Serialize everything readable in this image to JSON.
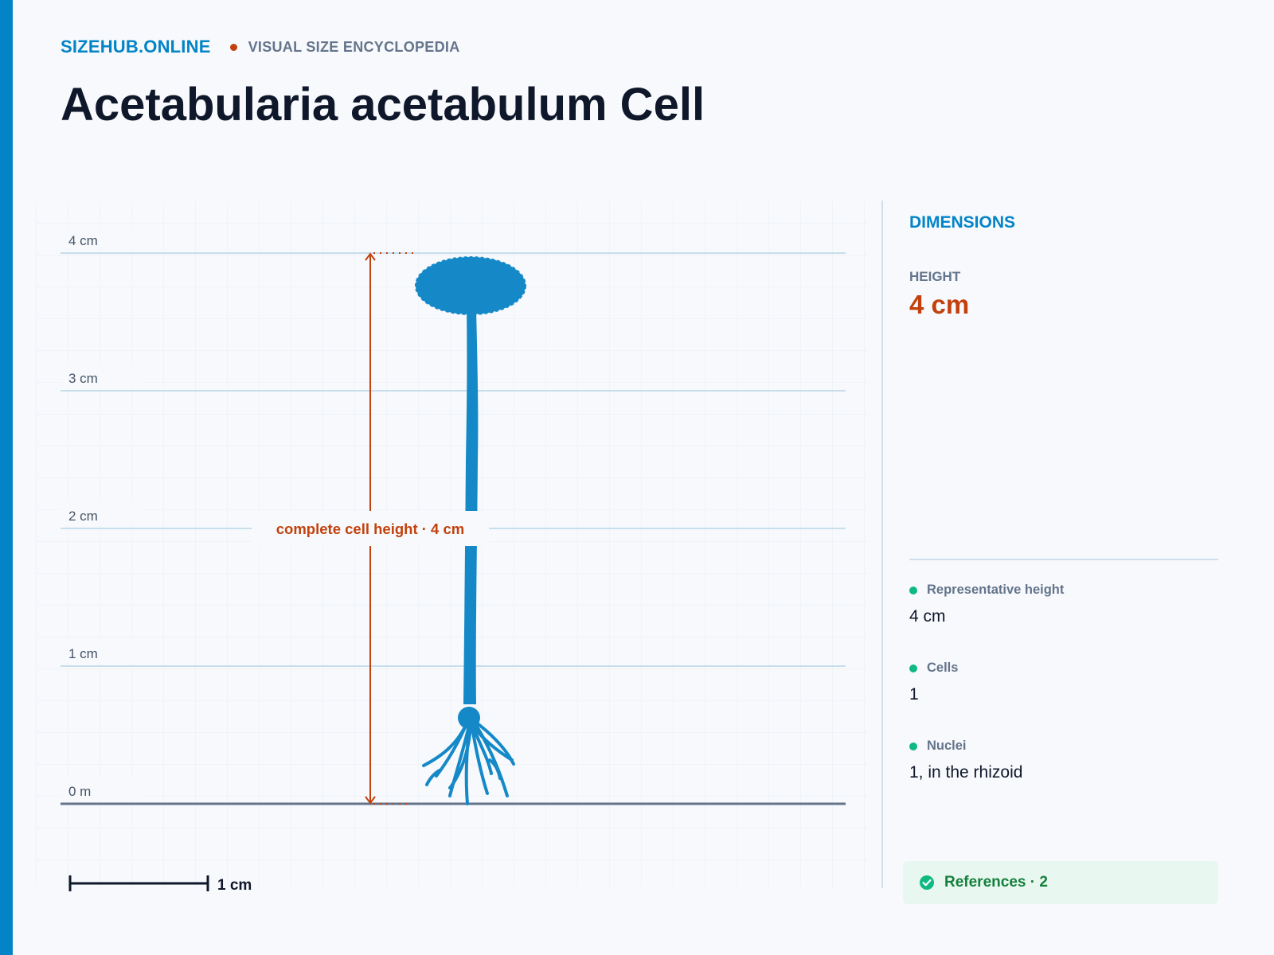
{
  "header": {
    "brand": "SIZEHUB.ONLINE",
    "tagline": "VISUAL SIZE ENCYCLOPEDIA"
  },
  "title": "Acetabularia acetabulum Cell",
  "diagram": {
    "unit": "cm",
    "height_value": 4,
    "ticks": [
      {
        "value": 4,
        "label": "4 cm"
      },
      {
        "value": 3,
        "label": "3 cm"
      },
      {
        "value": 2,
        "label": "2 cm"
      },
      {
        "value": 1,
        "label": "1 cm"
      },
      {
        "value": 0,
        "label": "0 m"
      }
    ],
    "measure_label": "complete cell height · 4 cm",
    "scale_bar": {
      "value": 1,
      "label": "1 cm"
    }
  },
  "panel": {
    "title": "DIMENSIONS",
    "metric_label": "HEIGHT",
    "metric_value": "4 cm",
    "facts": [
      {
        "label": "Representative height",
        "value": "4 cm"
      },
      {
        "label": "Cells",
        "value": "1"
      },
      {
        "label": "Nuclei",
        "value": "1, in the rhizoid"
      }
    ],
    "references": "References · 2"
  },
  "colors": {
    "accent": "#0284c7",
    "measure": "#c2410c",
    "specimen": "#1589c8",
    "fact_dot": "#10b981",
    "text": "#0f172a"
  },
  "icons": {
    "brand_separator": "dot-icon",
    "fact_marker": "bullet-dot-icon",
    "references": "check-circle-icon"
  }
}
